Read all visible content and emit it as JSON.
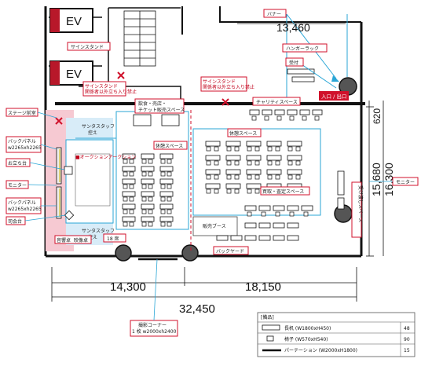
{
  "labels": {
    "ev_top": "EV",
    "ev_mid": "EV",
    "sign_stand": "サインスタンド",
    "sign_stand_note1a": "サインスタンド",
    "sign_stand_note1b": "関係者以外立ち入り禁止",
    "sign_stand_note2a": "サインスタンド",
    "sign_stand_note2b": "関係者以外立ち入り禁止",
    "banner": "バナー",
    "hanger_rack": "ハンガーラック",
    "reception": "受付",
    "entrance": "入口 / 出口",
    "food_area_a": "飲食・売店・",
    "food_area_b": "チケット販売スペース",
    "charity_space": "チャリティスペース",
    "stage_front": "ステージ前室",
    "stage_box": "",
    "back_panel_top_a": "バックパネル",
    "back_panel_top_b": "w2265xh2265",
    "podium": "お立ち台",
    "monitor_left": "モニター",
    "back_panel_bottom_a": "バックパネル",
    "back_panel_bottom_b": "w2265xh2265",
    "lectern": "司会台",
    "sound_seat": "音響卓",
    "video_seat": "映像卓",
    "santa_staff_top_a": "サンタスタッフ",
    "santa_staff_top_b": "控え",
    "santa_staff_bottom_a": "サンタスタッフ",
    "santa_staff_bottom_b": "控え",
    "rest_space_left": "休憩スペース",
    "rest_space_right": "休憩スペース",
    "seats_count": "18 席",
    "auction_title": "■オークションアークション",
    "sales_booth": "販売ブース",
    "buy_sell_space": "買取・査定スペース",
    "backyard": "バックヤード",
    "monitor_right": "モニター",
    "gift_space": "受け渡しスペース",
    "photo_corner_a": "撮影コーナー",
    "photo_corner_b": "1 枚 w2000xh2400"
  },
  "dimensions": {
    "top_width": "13,460",
    "right_620": "620",
    "right_15680": "15,680",
    "right_16300": "16,300",
    "bottom_left": "14,300",
    "bottom_right": "18,150",
    "bottom_total": "32,450"
  },
  "legend": {
    "title": "[備品]",
    "rows": [
      {
        "name": "長机 (W1800xH450)",
        "count": "48"
      },
      {
        "name": "椅子 (W570xH540)",
        "count": "90"
      },
      {
        "name": "パーテーション (W2000xH1800)",
        "count": "15"
      }
    ]
  },
  "colors": {
    "accent_red": "#d0112b",
    "cyan": "#2aa6d6",
    "light_blue": "#d8ecf8",
    "pink": "#f6c9d2"
  }
}
